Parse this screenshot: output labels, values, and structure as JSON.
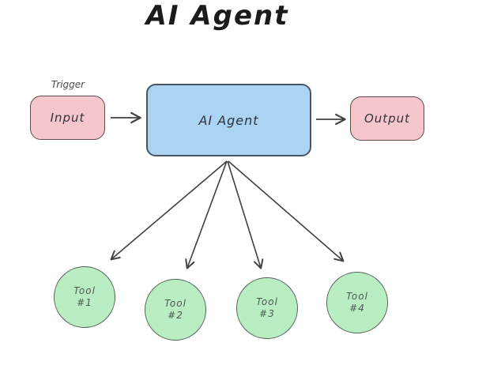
{
  "diagram": {
    "title": "AI Agent",
    "trigger_label": "Trigger",
    "nodes": {
      "input": {
        "label": "Input"
      },
      "agent": {
        "label": "AI Agent"
      },
      "output": {
        "label": "Output"
      }
    },
    "tools": [
      {
        "name": "Tool",
        "number": "#1"
      },
      {
        "name": "Tool",
        "number": "#2"
      },
      {
        "name": "Tool",
        "number": "#3"
      },
      {
        "name": "Tool",
        "number": "#4"
      }
    ],
    "connections": [
      "input-to-agent",
      "agent-to-output",
      "agent-to-tool-1",
      "agent-to-tool-2",
      "agent-to-tool-3",
      "agent-to-tool-4"
    ],
    "colors": {
      "background": "#ffffff",
      "pink_fill": "#f5c7cc",
      "pink_border": "#5f4a4e",
      "blue_fill": "#abd4f3",
      "blue_border": "#4a5560",
      "green_fill": "#b9eec3",
      "green_border": "#55615a",
      "arrow": "#404040",
      "title_text": "#1b1b1b"
    }
  }
}
